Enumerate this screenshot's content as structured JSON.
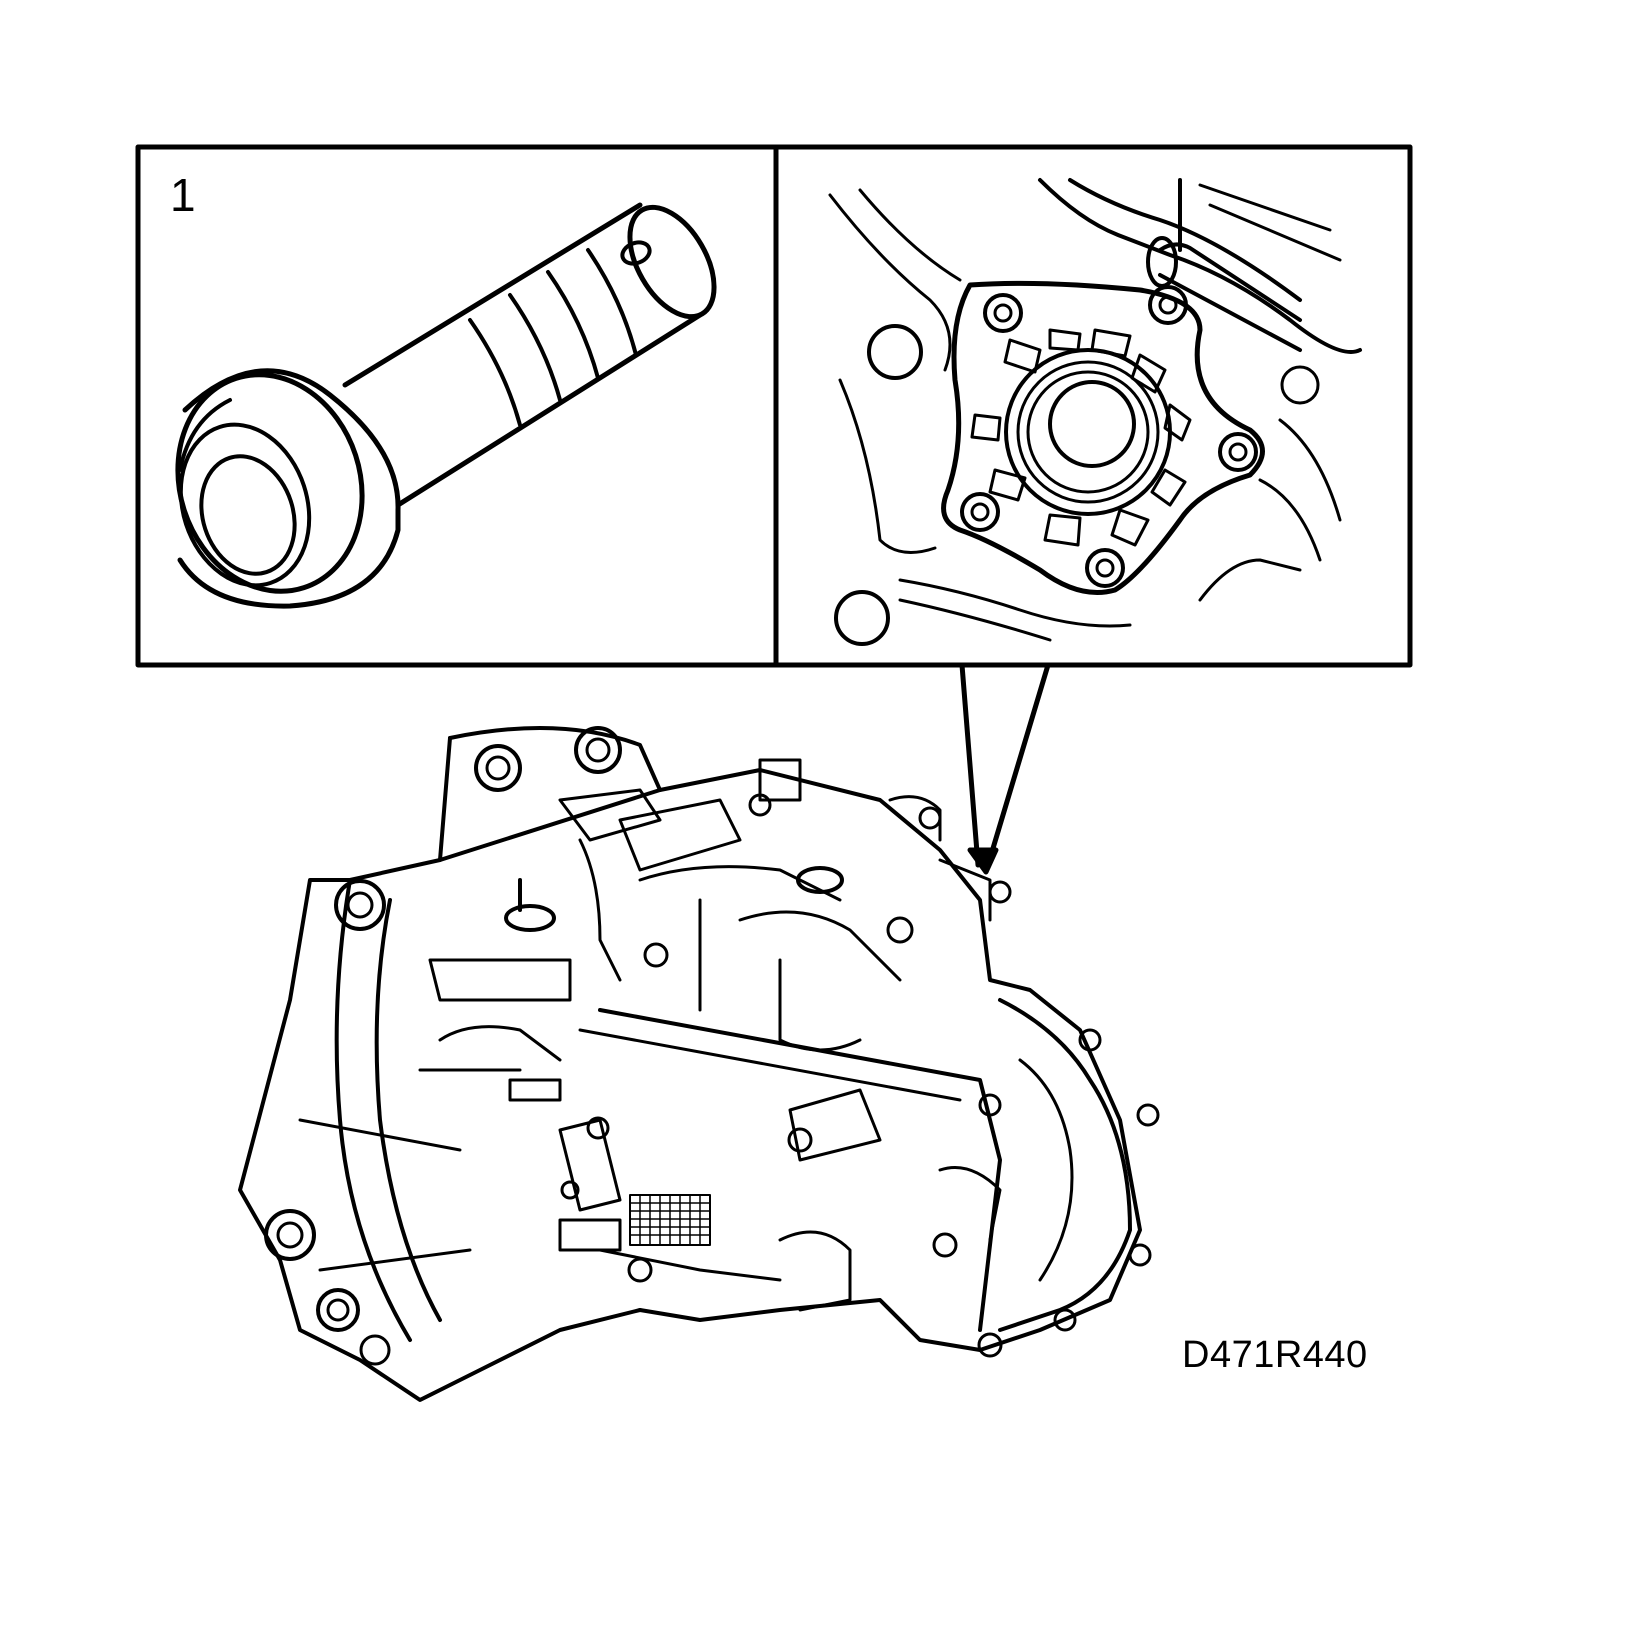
{
  "callouts": {
    "tool_number": "1"
  },
  "figure": {
    "code": "D471R440"
  },
  "illustration": {
    "panels": [
      "special-tool",
      "bearing-housing-detail"
    ],
    "main_subject": "gearbox",
    "line_color": "#000000",
    "background_color": "#ffffff"
  }
}
